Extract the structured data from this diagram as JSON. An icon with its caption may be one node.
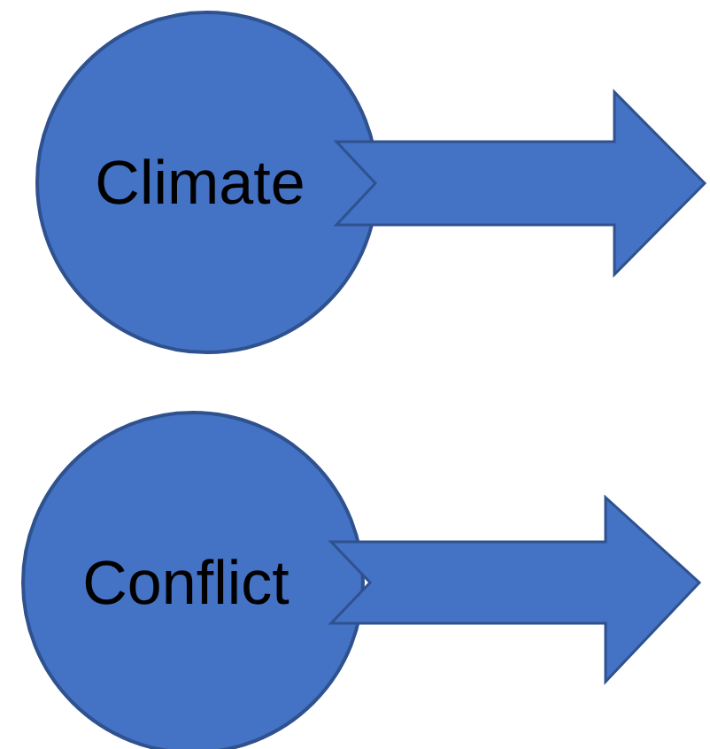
{
  "diagram": {
    "nodes": [
      {
        "text": [
          "Climate"
        ]
      },
      {
        "text": [
          "Conflict"
        ]
      }
    ],
    "edges": [
      {
        "from": 0,
        "to": null,
        "arrow": "to"
      },
      {
        "from": 1,
        "to": null,
        "arrow": "to"
      }
    ]
  }
}
